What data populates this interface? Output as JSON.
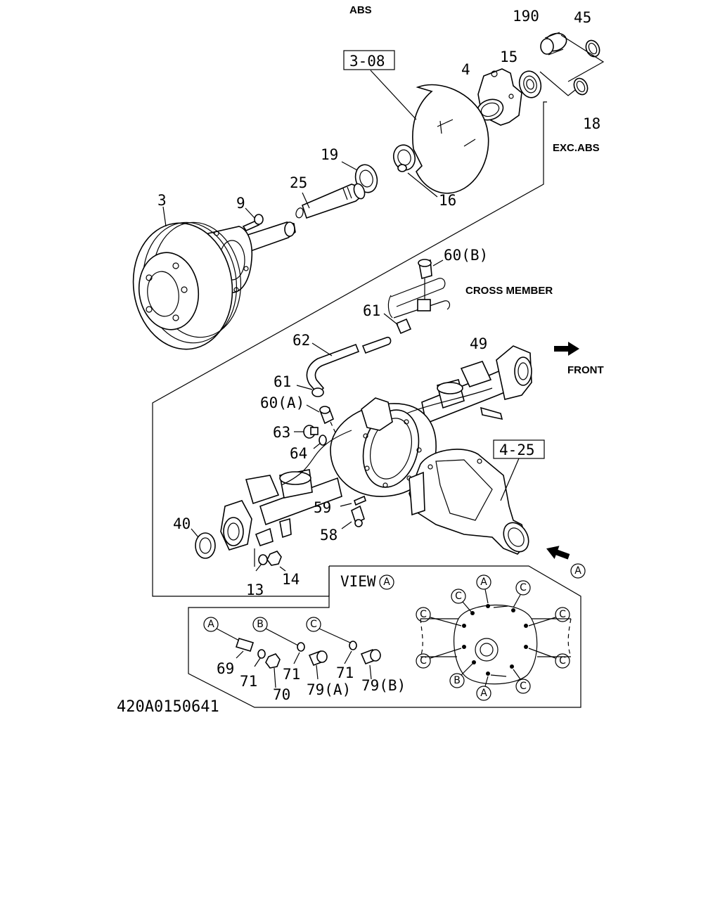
{
  "labels": {
    "abs": "ABS",
    "exc_abs": "EXC.ABS",
    "cross_member": "CROSS MEMBER",
    "front": "FRONT",
    "view": "VIEW",
    "ref_3_08": "3-08",
    "ref_4_25": "4-25",
    "drawing_code": "420A0150641"
  },
  "part_numbers": {
    "p190": "190",
    "p45": "45",
    "p15": "15",
    "p4": "4",
    "p18": "18",
    "p19": "19",
    "p25": "25",
    "p16": "16",
    "p3": "3",
    "p9": "9",
    "p60b": "60(B)",
    "p61a": "61",
    "p62": "62",
    "p49": "49",
    "p61b": "61",
    "p60a": "60(A)",
    "p63": "63",
    "p64": "64",
    "p40": "40",
    "p59": "59",
    "p58": "58",
    "p13": "13",
    "p14": "14",
    "p69": "69",
    "p71a": "71",
    "p70": "70",
    "p71b": "71",
    "p79a": "79(A)",
    "p71c": "71",
    "p79b": "79(B)"
  },
  "markers": {
    "a": "A",
    "b": "B",
    "c": "C"
  }
}
